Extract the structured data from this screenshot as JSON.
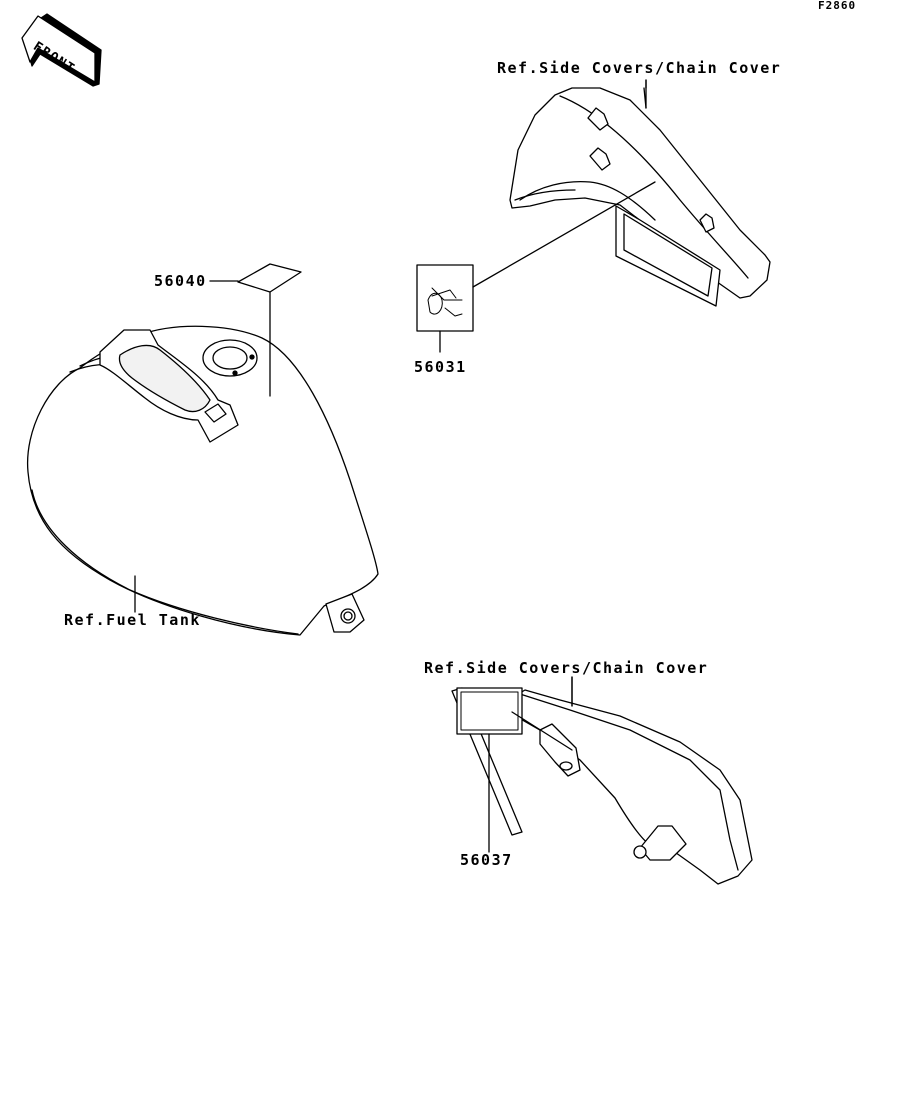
{
  "figure": {
    "id": "F2860"
  },
  "front_badge": {
    "text": "FRONT"
  },
  "callouts": {
    "ref_side_covers_top": "Ref.Side Covers/Chain Cover",
    "ref_side_covers_bottom": "Ref.Side Covers/Chain Cover",
    "ref_fuel_tank": "Ref.Fuel Tank"
  },
  "parts": [
    {
      "number": "56040"
    },
    {
      "number": "56031"
    },
    {
      "number": "56037"
    }
  ]
}
